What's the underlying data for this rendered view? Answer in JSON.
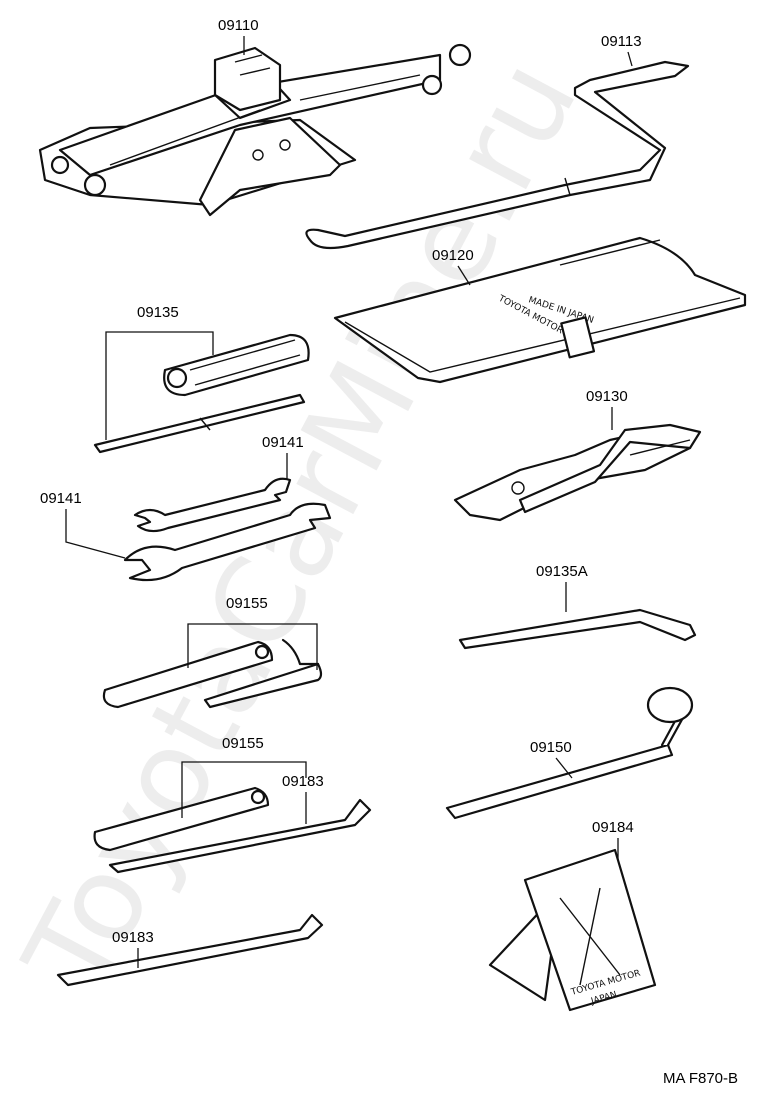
{
  "watermark": "ToyotaCarMine.ru",
  "footer_code": "MA F870-B",
  "part_labels": {
    "jack": "09110",
    "handle": "09113",
    "tool_bag": "09120",
    "screwdriver": "09135",
    "pliers": "09130",
    "wrench_small": "09141",
    "wrench_large": "09141",
    "screwdriver_bar": "09135A",
    "plug_wrench_set_1": "09155",
    "hub_nut_wrench": "09150",
    "plug_wrench_set_2": "09155",
    "tool_bar_1": "09183",
    "wheel_chock": "09184",
    "tool_bar_2": "09183"
  },
  "printed_marks": {
    "bag_text_1": "TOYOTA MOTOR",
    "bag_text_2": "MADE IN JAPAN",
    "chock_text_1": "TOYOTA MOTOR",
    "chock_text_2": "JAPAN"
  }
}
